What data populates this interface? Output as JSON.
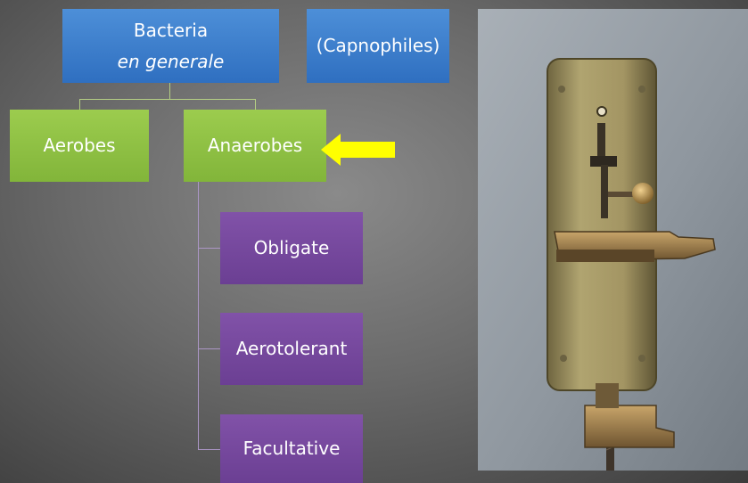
{
  "diagram": {
    "root": {
      "title": "Bacteria",
      "subtitle": "en generale"
    },
    "side_node": "(Capnophiles)",
    "level1": [
      "Aerobes",
      "Anaerobes"
    ],
    "anaerobe_types": [
      "Obligate",
      "Aerotolerant",
      "Facultative"
    ]
  },
  "colors": {
    "blue_node": "#3a7bcb",
    "green_node": "#8dc143",
    "purple_node": "#7549a0",
    "highlight_arrow": "#ffff00"
  },
  "icons": {
    "pointer": "left-arrow-icon",
    "photo": "microscope-photo"
  }
}
